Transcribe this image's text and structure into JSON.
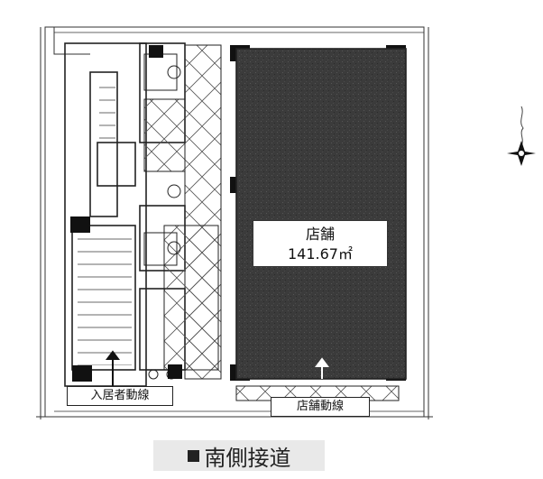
{
  "plan": {
    "store_name": "店舗",
    "store_area": "141.67㎡",
    "resident_route": "入居者動線",
    "store_route": "店舗動線",
    "footer": "南側接道",
    "north_icon": "compass-north-icon",
    "colors": {
      "store_fill": "#3a3a3a",
      "line": "#222222",
      "arrow": "#ffffff"
    }
  }
}
